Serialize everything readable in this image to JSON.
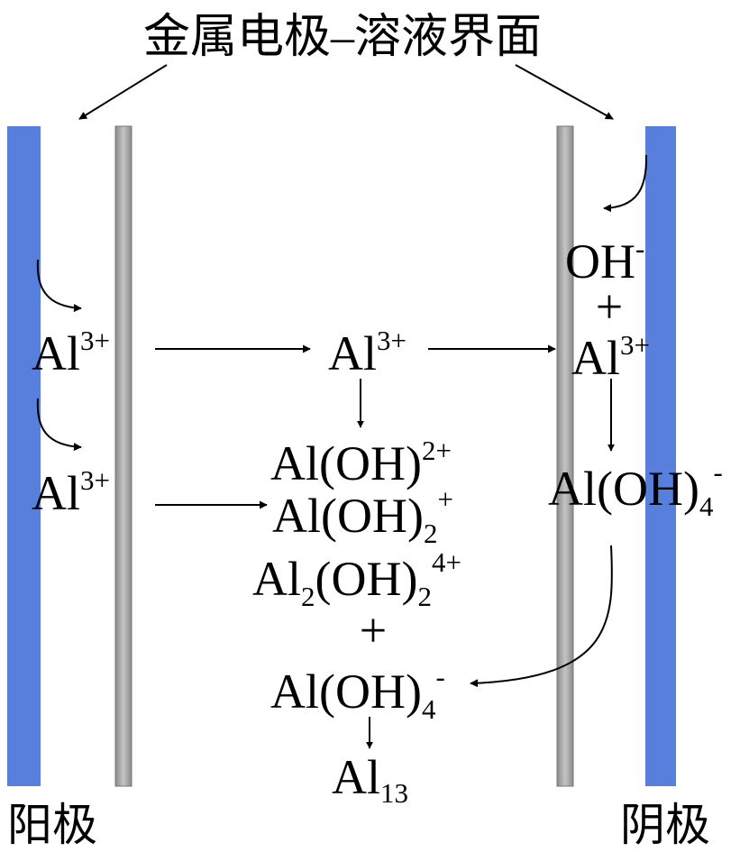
{
  "title": "金属电极–溶液界面",
  "anode_label": "阳极",
  "cathode_label": "阴极",
  "colors": {
    "electrode": "#597fdc",
    "interface_layer": "#a8a8a8",
    "text": "#000000"
  },
  "species": {
    "anode_al_1": {
      "base": "Al",
      "sup": "3+"
    },
    "anode_al_2": {
      "base": "Al",
      "sup": "3+"
    },
    "middle_al": {
      "base": "Al",
      "sup": "3+"
    },
    "cathode_oh": {
      "base": "OH",
      "sup": "-"
    },
    "cathode_plus": "+",
    "cathode_al": {
      "base": "Al",
      "sup": "3+"
    },
    "cathode_aloh4": {
      "base": "Al(OH)",
      "sub": "4",
      "sup": "-"
    },
    "product_aloh_2plus": {
      "base": "Al(OH)",
      "sup": "2+"
    },
    "product_aloh2_plus": {
      "base": "Al(OH)",
      "sub": "2",
      "sup": "+"
    },
    "product_al2oh2_4plus": {
      "base1": "Al",
      "sub1": "2",
      "base2": "(OH)",
      "sub2": "2",
      "sup": "4+"
    },
    "product_plus": "+",
    "product_aloh4": {
      "base": "Al(OH)",
      "sub": "4",
      "sup": "-"
    },
    "product_al13": {
      "base": "Al",
      "sub": "13"
    }
  }
}
